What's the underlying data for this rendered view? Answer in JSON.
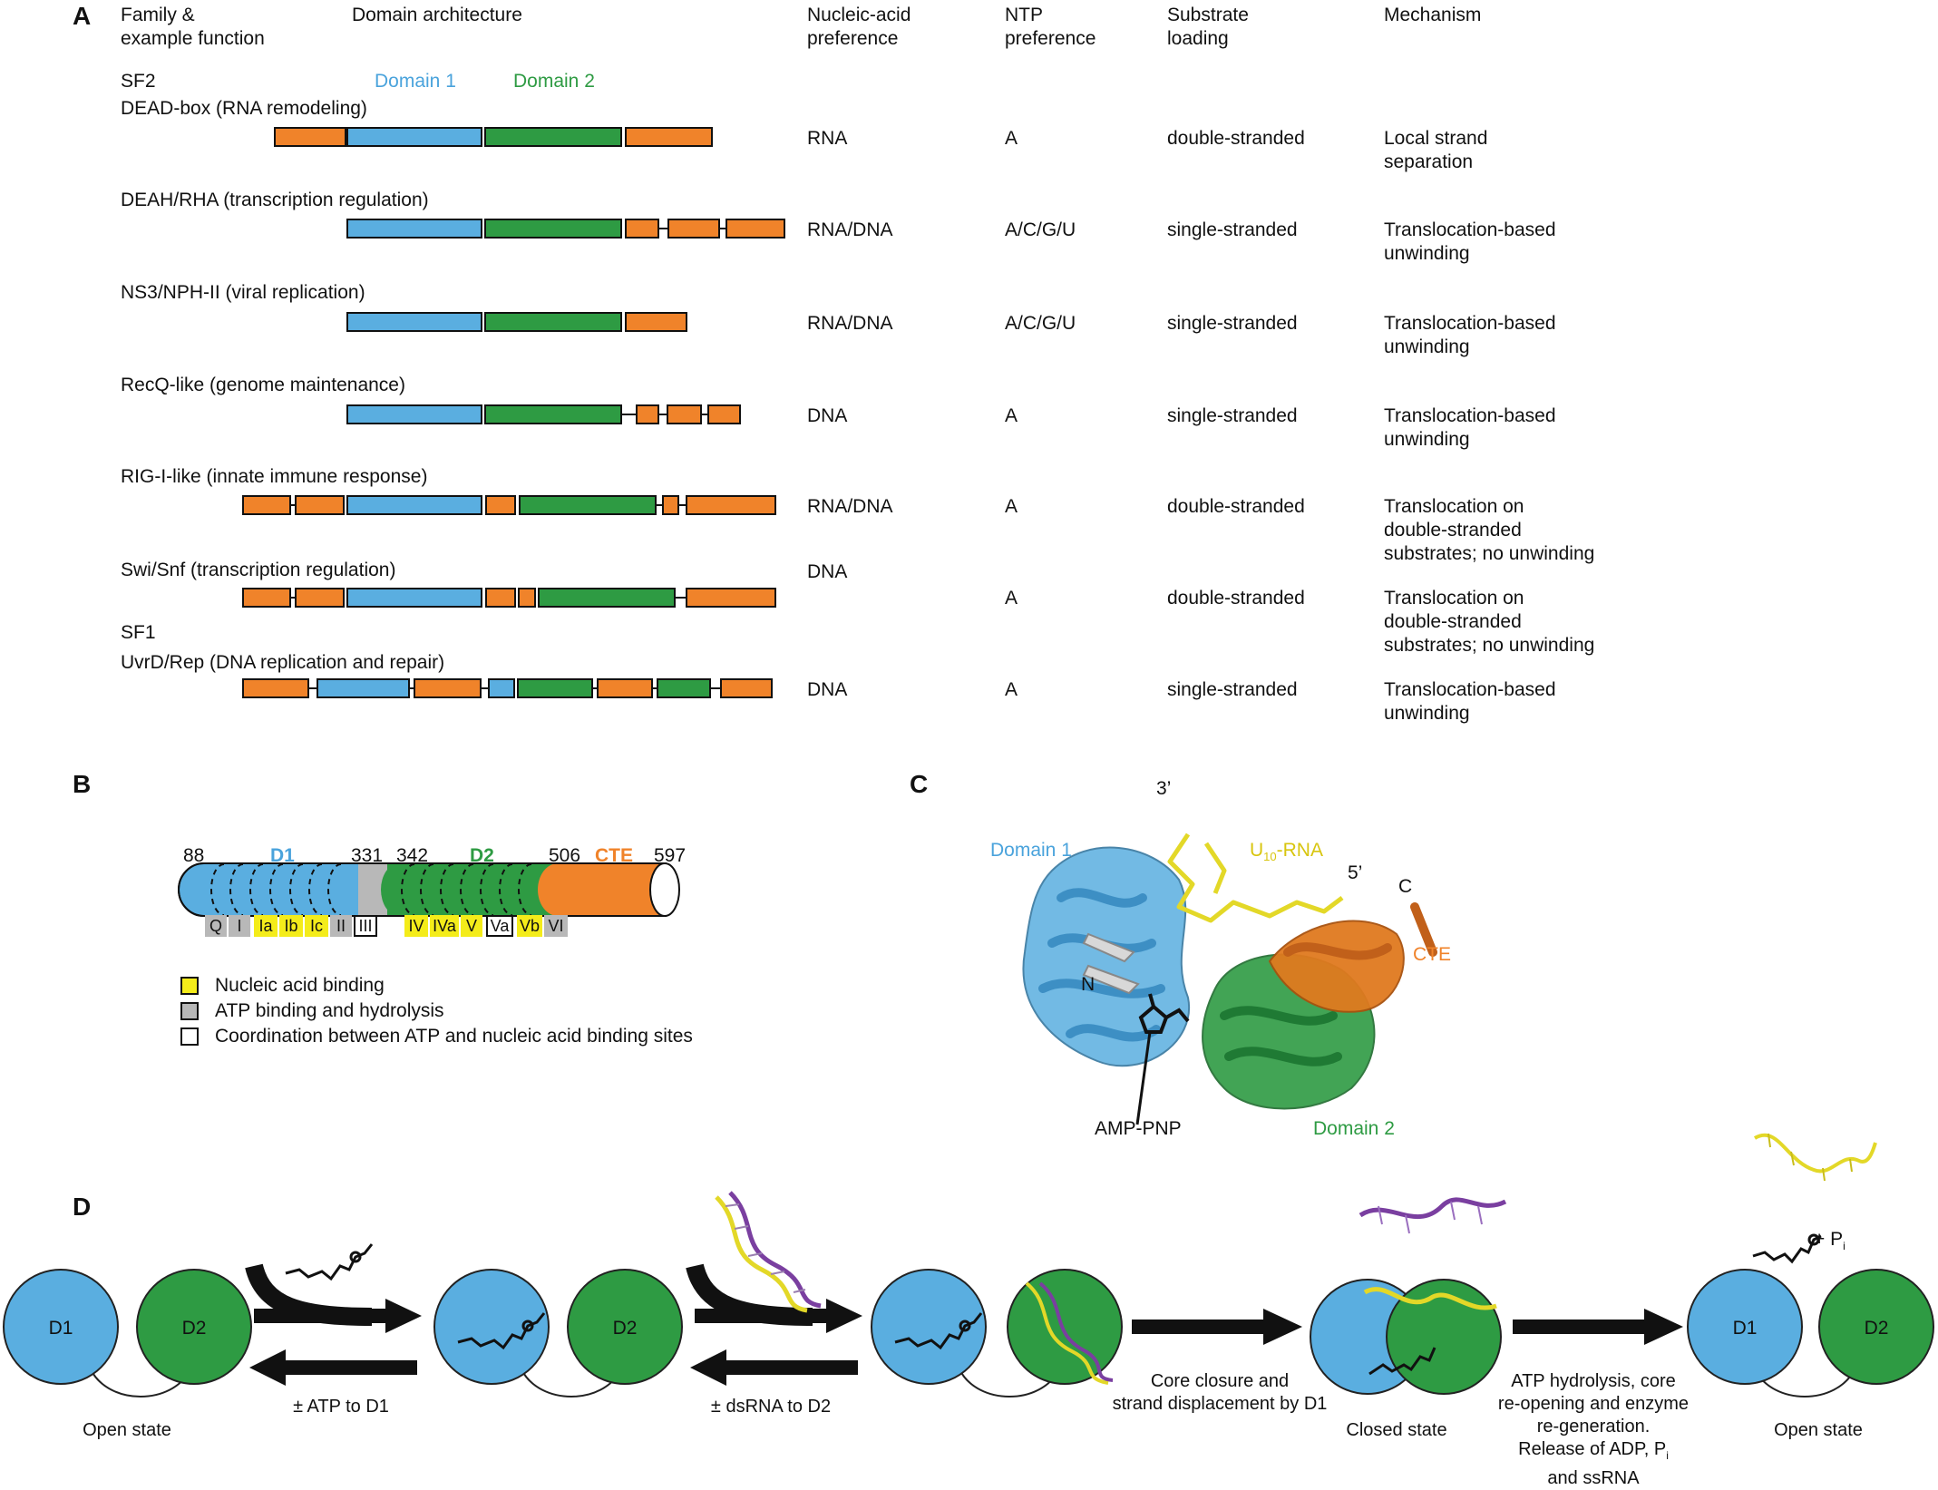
{
  "panels": {
    "A": "A",
    "B": "B",
    "C": "C",
    "D": "D"
  },
  "panelA": {
    "headers": {
      "family": "Family &\nexample function",
      "domain": "Domain architecture",
      "nucleic": "Nucleic-acid\npreference",
      "ntp": "NTP\npreference",
      "loading": "Substrate\nloading",
      "mechanism": "Mechanism"
    },
    "domain_labels": {
      "d1": "Domain 1",
      "d2": "Domain 2"
    },
    "groups": {
      "sf2": "SF2",
      "sf1": "SF1"
    },
    "rows": [
      {
        "family": "DEAD-box (RNA remodeling)",
        "nucleic": "RNA",
        "ntp": "A",
        "loading": "double-stranded",
        "mechanism": "Local strand\nseparation"
      },
      {
        "family": "DEAH/RHA (transcription regulation)",
        "nucleic": "RNA/DNA",
        "ntp": "A/C/G/U",
        "loading": "single-stranded",
        "mechanism": "Translocation-based\nunwinding"
      },
      {
        "family": "NS3/NPH-II (viral replication)",
        "nucleic": "RNA/DNA",
        "ntp": "A/C/G/U",
        "loading": "single-stranded",
        "mechanism": "Translocation-based\nunwinding"
      },
      {
        "family": "RecQ-like (genome maintenance)",
        "nucleic": "DNA",
        "ntp": "A",
        "loading": "single-stranded",
        "mechanism": "Translocation-based\nunwinding"
      },
      {
        "family": "RIG-I-like (innate immune response)",
        "nucleic": "RNA/DNA",
        "ntp": "A",
        "loading": "double-stranded",
        "mechanism": "Translocation on\ndouble-stranded\nsubstrates; no unwinding"
      },
      {
        "family": "Swi/Snf (transcription regulation)",
        "nucleic": "DNA",
        "ntp": "A",
        "loading": "double-stranded",
        "mechanism": "Translocation on\ndouble-stranded\nsubstrates; no unwinding"
      },
      {
        "family": "UvrD/Rep (DNA replication and repair)",
        "nucleic": "DNA",
        "ntp": "A",
        "loading": "single-stranded",
        "mechanism": "Translocation-based\nunwinding"
      }
    ]
  },
  "panelB": {
    "positions": [
      "88",
      "331",
      "342",
      "506",
      "597"
    ],
    "domains": {
      "d1": "D1",
      "d2": "D2",
      "cte": "CTE"
    },
    "motifs": [
      "Q",
      "I",
      "Ia",
      "Ib",
      "Ic",
      "II",
      "III",
      "IV",
      "IVa",
      "V",
      "Va",
      "Vb",
      "VI"
    ],
    "legend": [
      {
        "color": "#f4ec1a",
        "label": "Nucleic acid binding"
      },
      {
        "color": "#b8b8b8",
        "label": "ATP binding and hydrolysis"
      },
      {
        "color": "#ffffff",
        "label": "Coordination between ATP and nucleic acid binding sites"
      }
    ]
  },
  "panelC": {
    "domain1": "Domain 1",
    "domain2": "Domain 2",
    "rna_prefix": "U",
    "rna_sub": "10",
    "rna_suffix": "-RNA",
    "three_prime": "3’",
    "five_prime": "5’",
    "n_term": "N",
    "c_term": "C",
    "cte": "CTE",
    "ligand": "AMP-PNP"
  },
  "panelD": {
    "d1": "D1",
    "d2": "D2",
    "open_state": "Open state",
    "closed_state": "Closed state",
    "step1": "± ATP to D1",
    "step2": "± dsRNA to D2",
    "step3": "Core closure and\nstrand displacement by D1",
    "step4_a": "ATP hydrolysis, core\nre-opening and enzyme\nre-generation.\nRelease of ADP, P",
    "step4_sub": "i",
    "step4_b": "and ssRNA",
    "pi_prefix": "+ P",
    "pi_sub": "i"
  },
  "colors": {
    "domain1": "#5aaee0",
    "domain2": "#2e9b43",
    "accessory": "#f0832a",
    "nucleic_binding": "#f4ec1a",
    "atp_binding": "#b8b8b8",
    "rna_yellow": "#e3d828",
    "rna_purple": "#7a3fa0"
  }
}
